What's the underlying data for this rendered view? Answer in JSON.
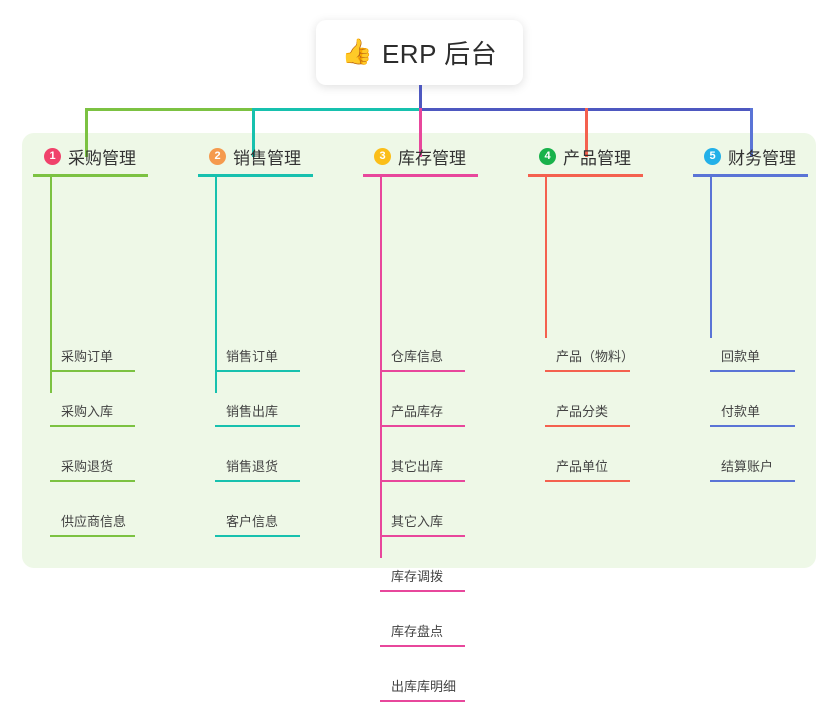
{
  "root": {
    "icon": "thumbs-up-icon",
    "icon_glyph": "👍",
    "title": "ERP 后台"
  },
  "palette": {
    "panel_bg": "#eef8e7",
    "page_bg": "#ffffff",
    "root_stem": "#4e58c0",
    "trunk_left": "#7cc242",
    "trunk_mid": "#17c1ae",
    "trunk_right": "#4e58c0"
  },
  "columns": [
    {
      "index": "1",
      "title": "采购管理",
      "badge_color": "#f0426b",
      "accent": "#7cc242",
      "items": [
        {
          "label": "采购订单"
        },
        {
          "label": "采购入库"
        },
        {
          "label": "采购退货"
        },
        {
          "label": "供应商信息"
        }
      ]
    },
    {
      "index": "2",
      "title": "销售管理",
      "badge_color": "#f59a4e",
      "accent": "#17c1ae",
      "items": [
        {
          "label": "销售订单"
        },
        {
          "label": "销售出库"
        },
        {
          "label": "销售退货"
        },
        {
          "label": "客户信息"
        }
      ]
    },
    {
      "index": "3",
      "title": "库存管理",
      "badge_color": "#fbbe19",
      "accent": "#e8479c",
      "items": [
        {
          "label": "仓库信息"
        },
        {
          "label": "产品库存"
        },
        {
          "label": "其它出库"
        },
        {
          "label": "其它入库"
        },
        {
          "label": "库存调拨"
        },
        {
          "label": "库存盘点"
        },
        {
          "label": "出库库明细"
        }
      ]
    },
    {
      "index": "4",
      "title": "产品管理",
      "badge_color": "#19b24b",
      "accent": "#f4614f",
      "items": [
        {
          "label": "产品（物料）"
        },
        {
          "label": "产品分类"
        },
        {
          "label": "产品单位"
        }
      ]
    },
    {
      "index": "5",
      "title": "财务管理",
      "badge_color": "#23b0e8",
      "accent": "#5a74d6",
      "items": [
        {
          "label": "回款单"
        },
        {
          "label": "付款单"
        },
        {
          "label": "结算账户"
        }
      ]
    }
  ]
}
